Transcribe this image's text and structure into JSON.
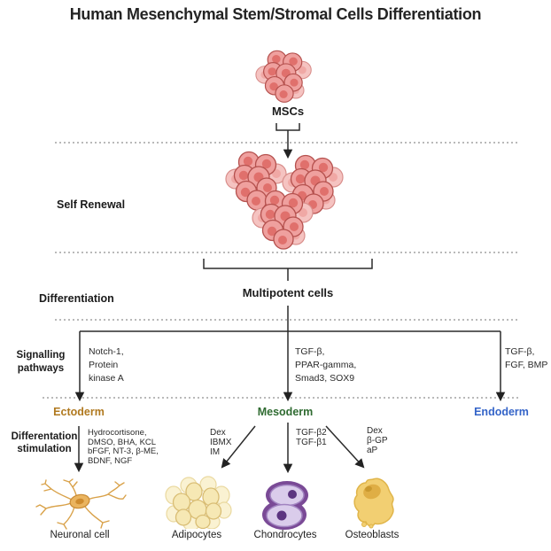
{
  "title": "Human Mesenchymal Stem/Stromal Cells Differentiation",
  "labels": {
    "mscs": "MSCs",
    "self_renewal": "Self Renewal",
    "differentiation": "Differentiation",
    "multipotent_cells": "Multipotent cells",
    "signalling_pathways": [
      "Signalling",
      "pathways"
    ],
    "differentiation_stimulation": [
      "Differentation",
      "stimulation"
    ]
  },
  "germ_layers": {
    "ectoderm": {
      "label": "Ectoderm",
      "color": "#b0791f"
    },
    "mesoderm": {
      "label": "Mesoderm",
      "color": "#2f6b31"
    },
    "endoderm": {
      "label": "Endoderm",
      "color": "#3464c8"
    }
  },
  "signalling_pathways": {
    "ectoderm": [
      "Notch-1,",
      "Protein",
      "kinase A"
    ],
    "mesoderm": [
      "TGF-β,",
      "PPAR-gamma,",
      "Smad3, SOX9"
    ],
    "endoderm": [
      "TGF-β,",
      "FGF, BMP"
    ]
  },
  "stimulation_factors": {
    "neuronal_cell": [
      "Hydrocortisone,",
      "DMSO, BHA, KCL",
      "bFGF, NT-3, β-ME,",
      "BDNF, NGF"
    ],
    "adipocytes": [
      "Dex",
      "IBMX",
      "IM"
    ],
    "chondrocytes": [
      "TGF-β2",
      "TGF-β1"
    ],
    "osteoblasts": [
      "Dex",
      "β-GP",
      "aP"
    ]
  },
  "cell_types": {
    "neuronal_cell": "Neuronal cell",
    "adipocytes": "Adipocytes",
    "chondrocytes": "Chondrocytes",
    "osteoblasts": "Osteoblasts"
  },
  "illustration_colors": {
    "msc_cell_fill": "#efa09e",
    "msc_cell_light": "#f5c3c1",
    "msc_nucleus": "#e0706c",
    "msc_outline": "#b5514e",
    "adipocyte_fill": "#f6e8b4",
    "adipocyte_outline": "#d9bd74",
    "chondrocyte_outline": "#7a4a96",
    "chondrocyte_inner": "#dacceb",
    "chondrocyte_nucleus": "#5c3480",
    "neuron_fill": "#eab45f",
    "neuron_branch": "#d9a24a",
    "osteoblast_fill": "#f2cf72",
    "osteoblast_nucleus": "#dfae45",
    "line_color": "#2b2b2b",
    "dotted_line_color": "#8f8f8f"
  }
}
